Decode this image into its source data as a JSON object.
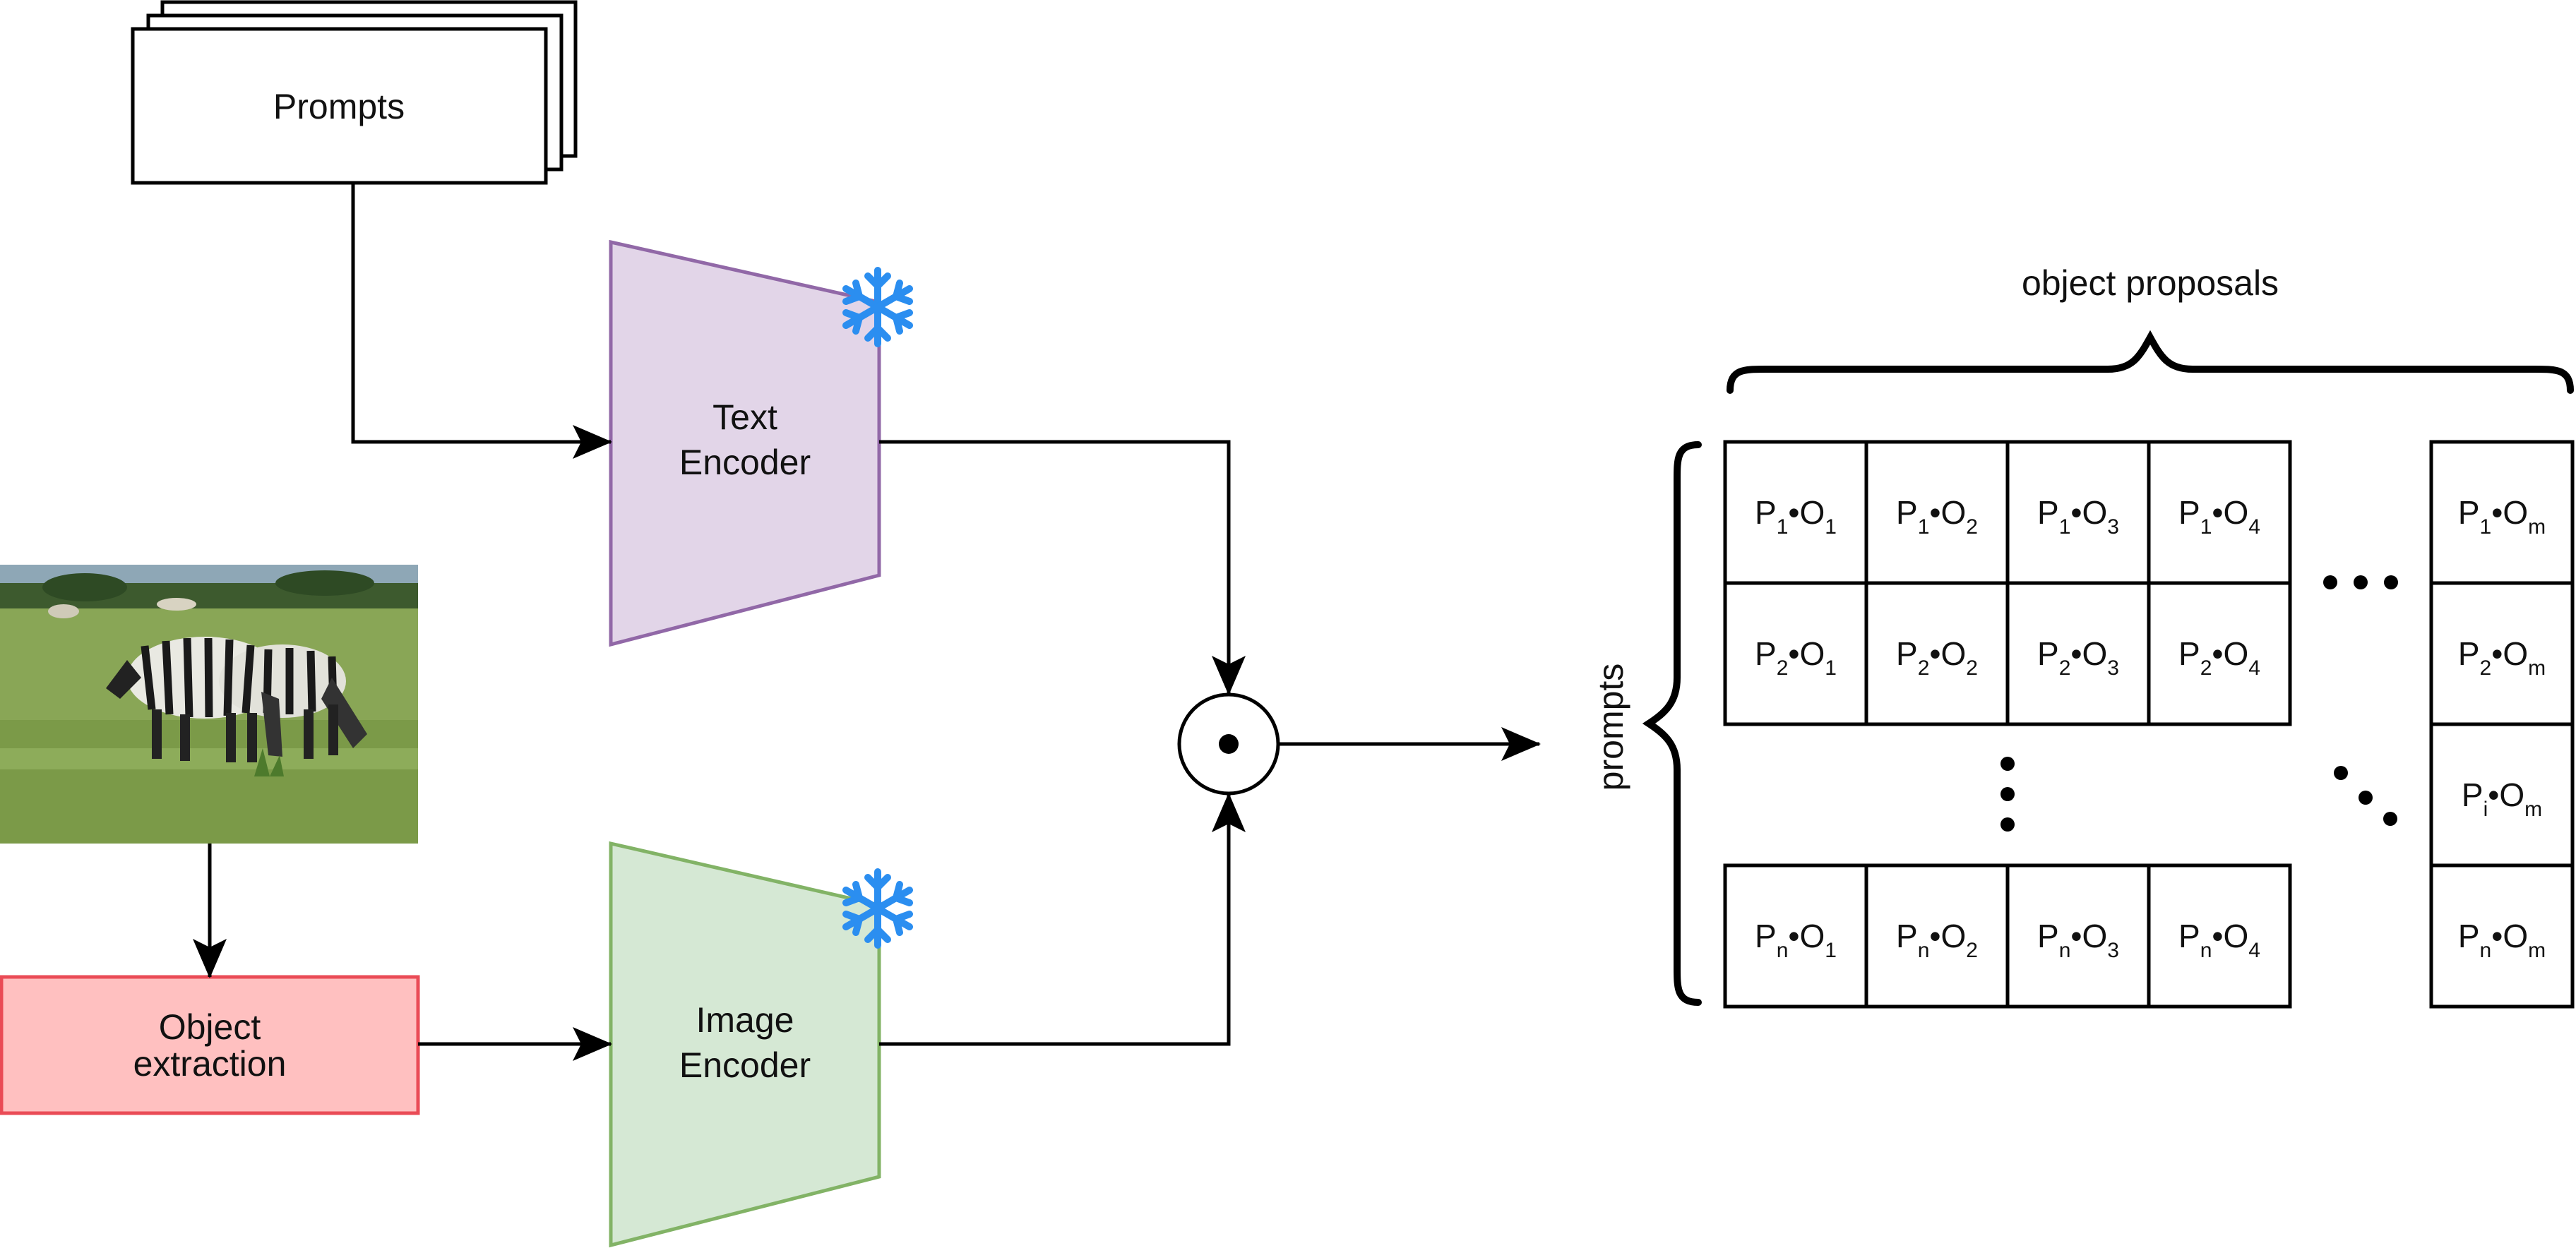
{
  "nodes": {
    "prompts": {
      "label": "Prompts"
    },
    "text_encoder": {
      "line1": "Text",
      "line2": "Encoder",
      "fill": "#e2d5e8",
      "stroke": "#9168a7"
    },
    "image_encoder": {
      "line1": "Image",
      "line2": "Encoder",
      "fill": "#d5e8d4",
      "stroke": "#82b366"
    },
    "object_extraction": {
      "line1": "Object",
      "line2": "extraction",
      "fill": "#ffc0c0",
      "stroke": "#ea4b56"
    },
    "dot_product": {
      "symbol": "•"
    },
    "frozen_icon": {
      "name": "snowflake-icon",
      "color": "#2b8ef0"
    }
  },
  "image": {
    "name": "zebras-photo"
  },
  "matrix": {
    "top_label": "object proposals",
    "side_label": "prompts",
    "separator": "•",
    "row1": [
      {
        "p": "P",
        "ps": "1",
        "o": "O",
        "os": "1"
      },
      {
        "p": "P",
        "ps": "1",
        "o": "O",
        "os": "2"
      },
      {
        "p": "P",
        "ps": "1",
        "o": "O",
        "os": "3"
      },
      {
        "p": "P",
        "ps": "1",
        "o": "O",
        "os": "4"
      },
      {
        "p": "P",
        "ps": "1",
        "o": "O",
        "os": "m"
      }
    ],
    "row2": [
      {
        "p": "P",
        "ps": "2",
        "o": "O",
        "os": "1"
      },
      {
        "p": "P",
        "ps": "2",
        "o": "O",
        "os": "2"
      },
      {
        "p": "P",
        "ps": "2",
        "o": "O",
        "os": "3"
      },
      {
        "p": "P",
        "ps": "2",
        "o": "O",
        "os": "4"
      },
      {
        "p": "P",
        "ps": "2",
        "o": "O",
        "os": "m"
      }
    ],
    "row_i": [
      {
        "p": "P",
        "ps": "i",
        "o": "O",
        "os": "m"
      }
    ],
    "row_n": [
      {
        "p": "P",
        "ps": "n",
        "o": "O",
        "os": "1"
      },
      {
        "p": "P",
        "ps": "n",
        "o": "O",
        "os": "2"
      },
      {
        "p": "P",
        "ps": "n",
        "o": "O",
        "os": "3"
      },
      {
        "p": "P",
        "ps": "n",
        "o": "O",
        "os": "4"
      },
      {
        "p": "P",
        "ps": "n",
        "o": "O",
        "os": "m"
      }
    ]
  }
}
